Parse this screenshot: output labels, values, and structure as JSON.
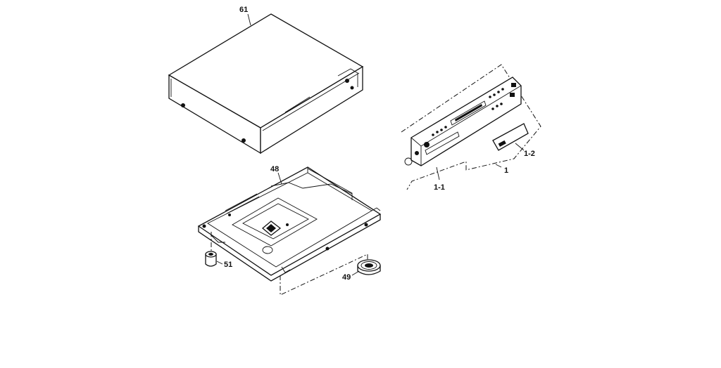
{
  "labels": {
    "cover": "61",
    "bottom_chassis": "48",
    "foot_small": "51",
    "foot_large": "49",
    "front_panel_assy": "1",
    "front_panel": "1-1",
    "door": "1-2"
  },
  "colors": {
    "ink": "#111111",
    "paper": "#ffffff"
  }
}
